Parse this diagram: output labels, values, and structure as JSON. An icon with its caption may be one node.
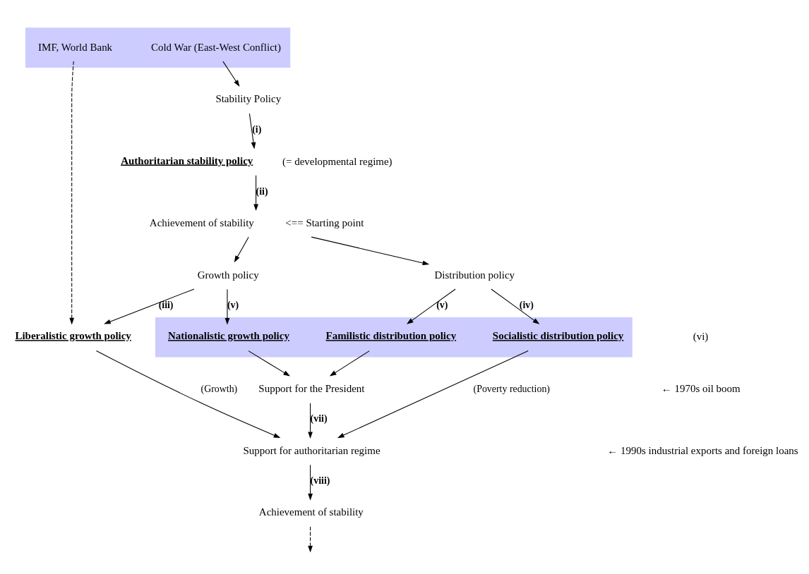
{
  "diagram": {
    "nodes": [
      {
        "text": [],
        "shape": "bar"
      },
      {
        "text": [
          "IMF, World Bank"
        ],
        "in": 0
      },
      {
        "text": [
          "Cold War (East-West Conflict)"
        ],
        "in": 0
      },
      {
        "text": [
          "Stability Policy"
        ]
      },
      {
        "text": [
          "Authoritarian stability policy"
        ],
        "beside": [
          "(= developmental regime)"
        ]
      },
      {
        "text": [
          "Achievement of stability"
        ],
        "beside": [
          "<== Starting point"
        ]
      },
      {
        "text": [
          "Growth policy"
        ]
      },
      {
        "text": [
          "Distribution policy"
        ]
      },
      {
        "text": [],
        "shape": "bar"
      },
      {
        "text": [
          "Liberalistic growth policy"
        ]
      },
      {
        "text": [
          "Nationalistic growth policy"
        ],
        "in": 8
      },
      {
        "text": [
          "Familistic distribution policy"
        ],
        "in": 8
      },
      {
        "text": [
          "Socialistic distribution policy"
        ],
        "in": 8
      },
      {
        "text": [
          "Support for the President"
        ]
      },
      {
        "text": [
          "Support for authoritarian regime"
        ]
      },
      {
        "text": [
          "Achievement of stability"
        ]
      }
    ],
    "edges": [
      {
        "from": 2,
        "to": 3,
        "arrow": "to"
      },
      {
        "from": 3,
        "to": 4,
        "arrow": "to",
        "label": "(i)"
      },
      {
        "from": 4,
        "to": 5,
        "arrow": "to",
        "label": "(ii)"
      },
      {
        "from": 5,
        "to": 6,
        "arrow": "to"
      },
      {
        "from": 5,
        "to": 7,
        "arrow": "to"
      },
      {
        "from": 1,
        "to": 9,
        "arrow": "to",
        "style": "dashed"
      },
      {
        "from": 6,
        "to": 9,
        "arrow": "to",
        "label": "(iii)"
      },
      {
        "from": 6,
        "to": 10,
        "arrow": "to",
        "label": "(v)"
      },
      {
        "from": 7,
        "to": 11,
        "arrow": "to",
        "label": "(v)"
      },
      {
        "from": 7,
        "to": 12,
        "arrow": "to",
        "label": "(iv)"
      },
      {
        "from": 10,
        "to": 13,
        "arrow": "to"
      },
      {
        "from": 11,
        "to": 13,
        "arrow": "to"
      },
      {
        "from": 9,
        "to": 14,
        "arrow": "to",
        "label": "(Growth)"
      },
      {
        "from": 13,
        "to": 14,
        "arrow": "to",
        "label": "(vii)"
      },
      {
        "from": 12,
        "to": 14,
        "arrow": "to",
        "label": "(Poverty reduction)"
      },
      {
        "from": 14,
        "to": 15,
        "arrow": "to",
        "label": "(viii)"
      },
      {
        "from": 15,
        "to": null,
        "arrow": "to",
        "style": "dashed"
      }
    ],
    "labels": [
      "(vi)",
      "← 1970s oil boom",
      "← 1990s industrial exports and foreign loans"
    ]
  }
}
